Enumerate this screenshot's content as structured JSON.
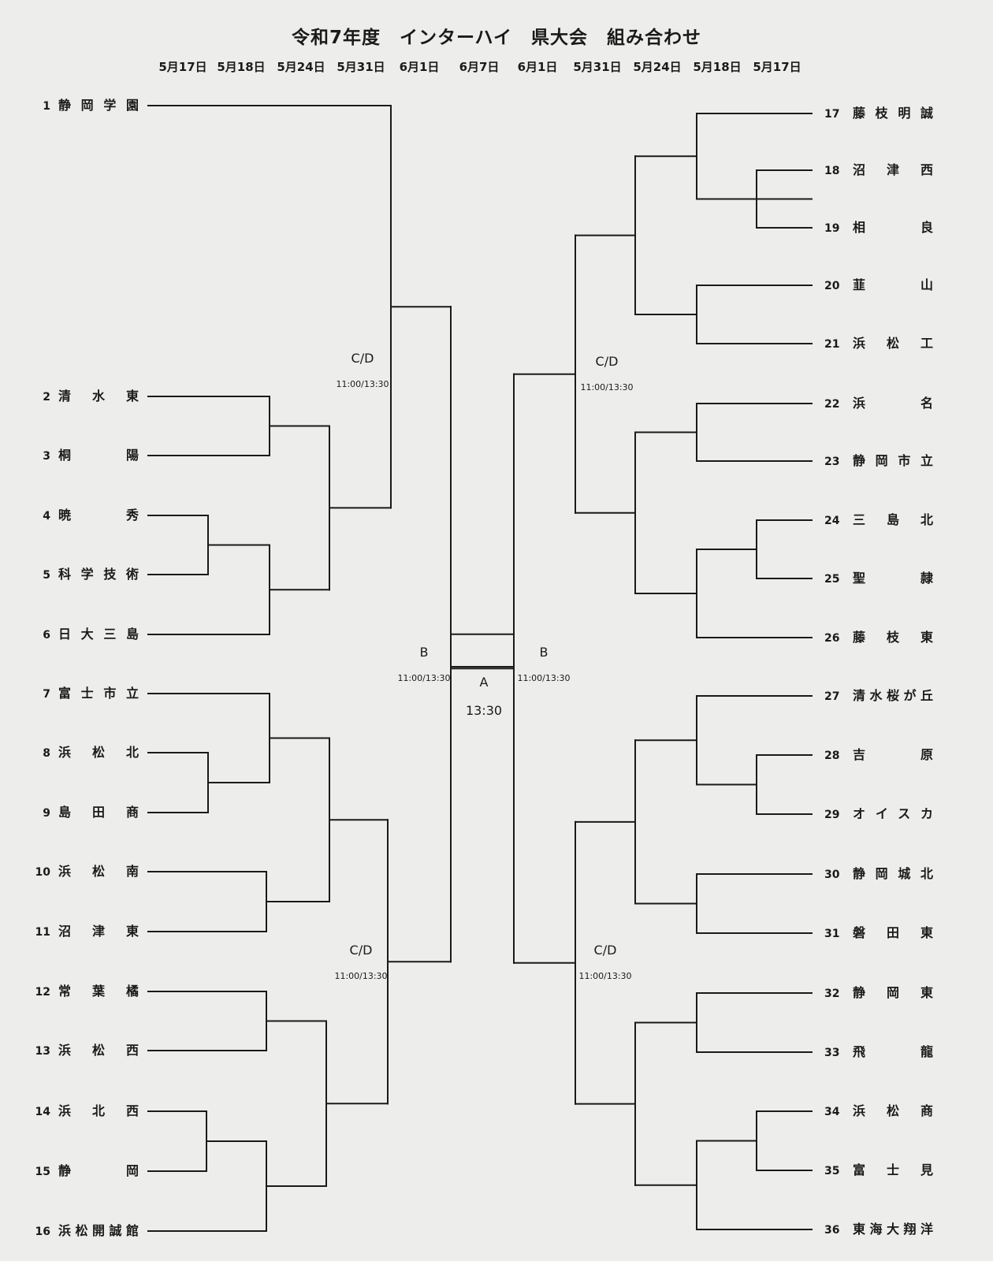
{
  "title": "令和7年度　インターハイ　県大会　組み合わせ",
  "dates": [
    "5月17日",
    "5月18日",
    "5月24日",
    "5月31日",
    "6月1日",
    "6月7日",
    "6月1日",
    "5月31日",
    "5月24日",
    "5月18日",
    "5月17日"
  ],
  "left_teams": [
    {
      "num": "1",
      "name": "静岡学園"
    },
    {
      "num": "2",
      "name": "清水東"
    },
    {
      "num": "3",
      "name": "桐陽"
    },
    {
      "num": "4",
      "name": "暁秀"
    },
    {
      "num": "5",
      "name": "科学技術"
    },
    {
      "num": "6",
      "name": "日大三島"
    },
    {
      "num": "7",
      "name": "富士市立"
    },
    {
      "num": "8",
      "name": "浜松北"
    },
    {
      "num": "9",
      "name": "島田商"
    },
    {
      "num": "10",
      "name": "浜松南"
    },
    {
      "num": "11",
      "name": "沼津東"
    },
    {
      "num": "12",
      "name": "常葉橘"
    },
    {
      "num": "13",
      "name": "浜松西"
    },
    {
      "num": "14",
      "name": "浜北西"
    },
    {
      "num": "15",
      "name": "静岡"
    },
    {
      "num": "16",
      "name": "浜松開誠館"
    }
  ],
  "right_teams": [
    {
      "num": "17",
      "name": "藤枝明誠"
    },
    {
      "num": "18",
      "name": "沼津西"
    },
    {
      "num": "19",
      "name": "相良"
    },
    {
      "num": "20",
      "name": "韮山"
    },
    {
      "num": "21",
      "name": "浜松工"
    },
    {
      "num": "22",
      "name": "浜名"
    },
    {
      "num": "23",
      "name": "静岡市立"
    },
    {
      "num": "24",
      "name": "三島北"
    },
    {
      "num": "25",
      "name": "聖隷"
    },
    {
      "num": "26",
      "name": "藤枝東"
    },
    {
      "num": "27",
      "name": "清水桜が丘"
    },
    {
      "num": "28",
      "name": "吉原"
    },
    {
      "num": "29",
      "name": "オイスカ"
    },
    {
      "num": "30",
      "name": "静岡城北"
    },
    {
      "num": "31",
      "name": "磐田東"
    },
    {
      "num": "32",
      "name": "静岡東"
    },
    {
      "num": "33",
      "name": "飛龍"
    },
    {
      "num": "34",
      "name": "浜松商"
    },
    {
      "num": "35",
      "name": "富士見"
    },
    {
      "num": "36",
      "name": "東海大翔洋"
    }
  ],
  "venue_labels": [
    {
      "id": "cd-left-top",
      "venue": "C/D",
      "time": "11:00/13:30"
    },
    {
      "id": "cd-right-top",
      "venue": "C/D",
      "time": "11:00/13:30"
    },
    {
      "id": "b-left",
      "venue": "B",
      "time": "11:00/13:30"
    },
    {
      "id": "b-right",
      "venue": "B",
      "time": "11:00/13:30"
    },
    {
      "id": "final",
      "venue": "A",
      "time": "13:30"
    },
    {
      "id": "cd-left-bottom",
      "venue": "C/D",
      "time": "11:00/13:30"
    },
    {
      "id": "cd-right-bottom",
      "venue": "C/D",
      "time": "11:00/13:30"
    }
  ]
}
